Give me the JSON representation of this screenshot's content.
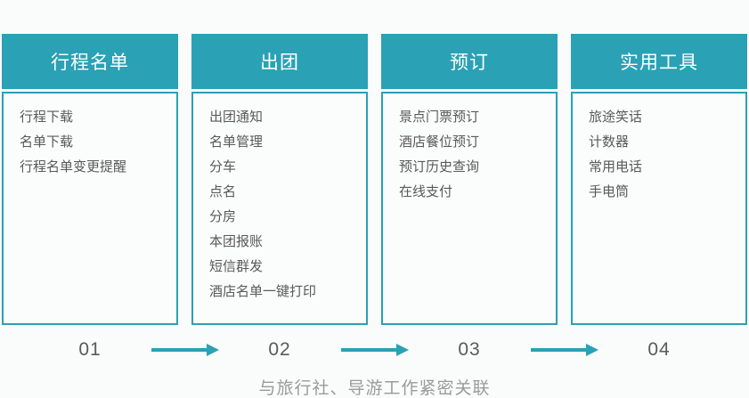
{
  "columns": [
    {
      "title": "行程名单",
      "step": "01",
      "items": [
        "行程下载",
        "名单下载",
        "行程名单变更提醒"
      ]
    },
    {
      "title": "出团",
      "step": "02",
      "items": [
        "出团通知",
        "名单管理",
        "分车",
        "点名",
        "分房",
        "本团报账",
        "短信群发",
        "酒店名单一键打印"
      ]
    },
    {
      "title": "预订",
      "step": "03",
      "items": [
        "景点门票预订",
        "酒店餐位预订",
        "预订历史查询",
        "在线支付"
      ]
    },
    {
      "title": "实用工具",
      "step": "04",
      "items": [
        "旅途笑话",
        "计数器",
        "常用电话",
        "手电筒"
      ]
    }
  ],
  "caption": "与旅行社、导游工作紧密关联",
  "colors": {
    "accent": "#2aa1b4",
    "item_text": "#595959",
    "step_text": "#5a5a5a",
    "caption_text": "#9a9a9a",
    "page_bg": "#fafbfb",
    "body_bg": "#fbfcfc"
  }
}
